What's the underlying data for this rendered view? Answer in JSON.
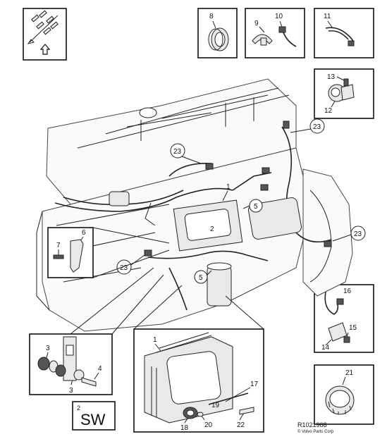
{
  "callouts": {
    "c1": "1",
    "c2": "2",
    "c3a": "3",
    "c3b": "3",
    "c4": "4",
    "c5a": "5",
    "c5b": "5",
    "c6": "6",
    "c7": "7",
    "c8": "8",
    "c9": "9",
    "c10": "10",
    "c11": "11",
    "c12": "12",
    "c13": "13",
    "c14": "14",
    "c15": "15",
    "c16": "16",
    "c17": "17",
    "c18": "18",
    "c19": "19",
    "c20": "20",
    "c21": "21",
    "c22": "22",
    "c23a": "23",
    "c23b": "23",
    "c23c": "23",
    "c23d": "23",
    "inset1": "1",
    "inset2": "2",
    "inset_sw_num": "2"
  },
  "sw_label": "SW",
  "ref_code": "R1021968",
  "copyright": "© Volvo Parts Corp"
}
